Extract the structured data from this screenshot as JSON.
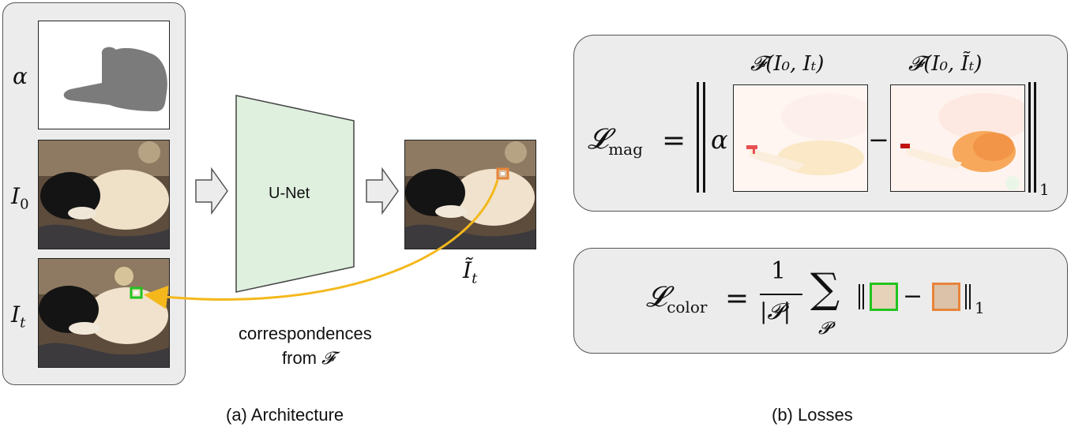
{
  "architecture": {
    "alpha_label": "α",
    "i0_label": "I",
    "i0_sub": "0",
    "it_label": "I",
    "it_sub": "t",
    "unet_label": "U-Net",
    "output_label": "Ĩ",
    "output_sub": "t",
    "correspondences_line1": "correspondences",
    "correspondences_line2": "from ",
    "correspondences_symbol": "𝓕",
    "caption": "(a) Architecture"
  },
  "losses": {
    "mag_L": "𝓛",
    "mag_sub": "mag",
    "equals": "=",
    "alpha": "α",
    "flow1_label": "𝓕(I₀, Iₜ)",
    "flow2_label": "𝓕(I₀, Ĩₜ)",
    "minus": "−",
    "norm_sub": "1",
    "color_L": "𝓛",
    "color_sub": "color",
    "frac_num": "1",
    "frac_den": "|𝓟|",
    "sum_symbol": "∑",
    "sum_sub": "𝓟",
    "caption": "(b) Losses"
  },
  "colors": {
    "panel": "#ececec",
    "unet": "#dff0df",
    "green": "#22c41f",
    "orange": "#e8843a",
    "arrow": "#f4b81c"
  }
}
